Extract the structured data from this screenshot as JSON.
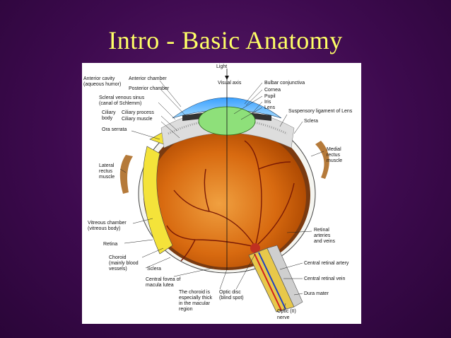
{
  "slide": {
    "title": "Intro - Basic Anatomy"
  },
  "colors": {
    "background": "#3d0a4e",
    "title": "#ffff66"
  },
  "labels": {
    "light": "Light",
    "visual_axis": "Visual axis",
    "bulbar_conjunctiva": "Bulbar conjunctiva",
    "cornea": "Cornea",
    "pupil": "Pupil",
    "iris": "Iris",
    "lens": "Lens",
    "suspensory_ligament": "Suspensory ligament of Lens",
    "sclera_right": "Sclera",
    "anterior_cavity_1": "Anterior cavity",
    "anterior_cavity_2": "(aqueous humor)",
    "anterior_chamber": "Anterior chamber",
    "posterior_chamber": "Posterior chamber",
    "scleral_sinus_1": "Scleral venous sinus",
    "scleral_sinus_2": "(canal of Schlemm)",
    "ciliary_1": "Ciliary",
    "ciliary_2": "body",
    "ciliary_process": "Ciliary process",
    "ciliary_muscle": "Ciliary muscle",
    "ora_serrata": "Ora serrata",
    "medial_rectus_1": "Medial",
    "medial_rectus_2": "rectus",
    "medial_rectus_3": "muscle",
    "lateral_rectus_1": "Lateral",
    "lateral_rectus_2": "rectus",
    "lateral_rectus_3": "muscle",
    "vitreous_1": "Vitreous chamber",
    "vitreous_2": "(vitreous body)",
    "retina": "Retina",
    "retinal_vessels_1": "Retinal",
    "retinal_vessels_2": "arteries",
    "retinal_vessels_3": "and veins",
    "choroid_1": "Choroid",
    "choroid_2": "(mainly blood",
    "choroid_3": "vessels)",
    "sclera_left": "Sclera",
    "central_retinal_artery": "Central retinal artery",
    "central_fovea_1": "Central fovea of",
    "central_fovea_2": "macula lutea",
    "central_retinal_vein": "Central retinal vein",
    "choroid_thick_1": "The choroid is",
    "choroid_thick_2": "especially thick",
    "choroid_thick_3": "in the macular",
    "choroid_thick_4": "region",
    "optic_disc_1": "Optic disc",
    "optic_disc_2": "(blind spot)",
    "dura_mater": "Dura mater",
    "optic_nerve_1": "Optic (II)",
    "optic_nerve_2": "nerve"
  }
}
